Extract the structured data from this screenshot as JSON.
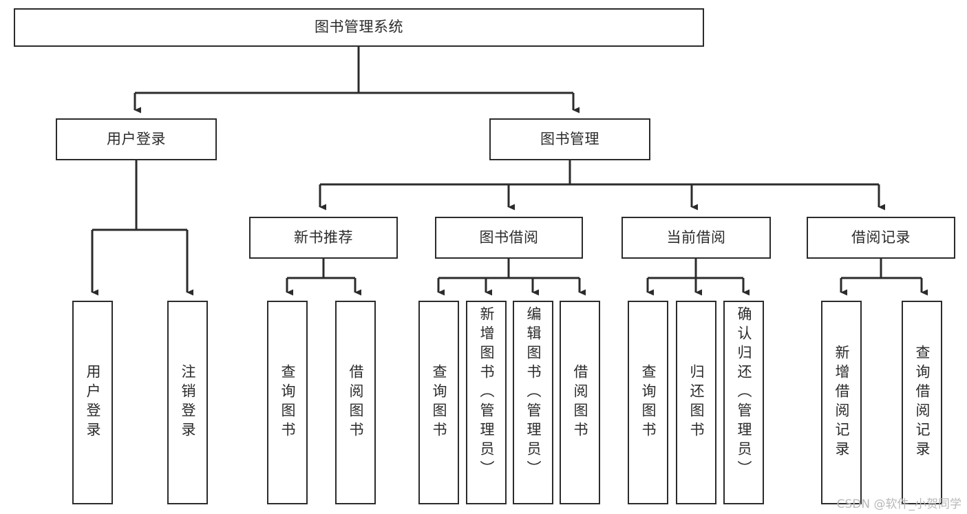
{
  "diagram": {
    "type": "hierarchy-tree",
    "title": "图书管理系统",
    "watermark": "CSDN @软件_小贺同学",
    "colors": {
      "box_border": "#2b2b2b",
      "box_fill": "#ffffff",
      "edge": "#2b2b2b",
      "text": "#2b2b2b",
      "watermark": "#b8b8b8",
      "background": "#ffffff"
    },
    "nodes": {
      "root": {
        "label": "图书管理系统"
      },
      "level2": [
        {
          "id": "user-login",
          "label": "用户登录"
        },
        {
          "id": "book-management",
          "label": "图书管理"
        }
      ],
      "level3": [
        {
          "id": "new-book-recommend",
          "label": "新书推荐"
        },
        {
          "id": "book-borrow",
          "label": "图书借阅"
        },
        {
          "id": "current-borrow",
          "label": "当前借阅"
        },
        {
          "id": "borrow-record",
          "label": "借阅记录"
        }
      ],
      "leaves": {
        "user-login": [
          {
            "id": "leaf-user-login",
            "label": "用户登录"
          },
          {
            "id": "leaf-user-logout",
            "label": "注销登录"
          }
        ],
        "new-book-recommend": [
          {
            "id": "leaf-query-book-1",
            "label": "查询图书"
          },
          {
            "id": "leaf-borrow-book-1",
            "label": "借阅图书"
          }
        ],
        "book-borrow": [
          {
            "id": "leaf-query-book-2",
            "label": "查询图书"
          },
          {
            "id": "leaf-add-book",
            "label": "新增图书（管理员）"
          },
          {
            "id": "leaf-edit-book",
            "label": "编辑图书（管理员）"
          },
          {
            "id": "leaf-borrow-book-2",
            "label": "借阅图书"
          }
        ],
        "current-borrow": [
          {
            "id": "leaf-query-book-3",
            "label": "查询图书"
          },
          {
            "id": "leaf-return-book",
            "label": "归还图书"
          },
          {
            "id": "leaf-confirm-return",
            "label": "确认归还（管理员）"
          }
        ],
        "borrow-record": [
          {
            "id": "leaf-add-record",
            "label": "新增借阅记录"
          },
          {
            "id": "leaf-query-record",
            "label": "查询借阅记录"
          }
        ]
      }
    }
  }
}
